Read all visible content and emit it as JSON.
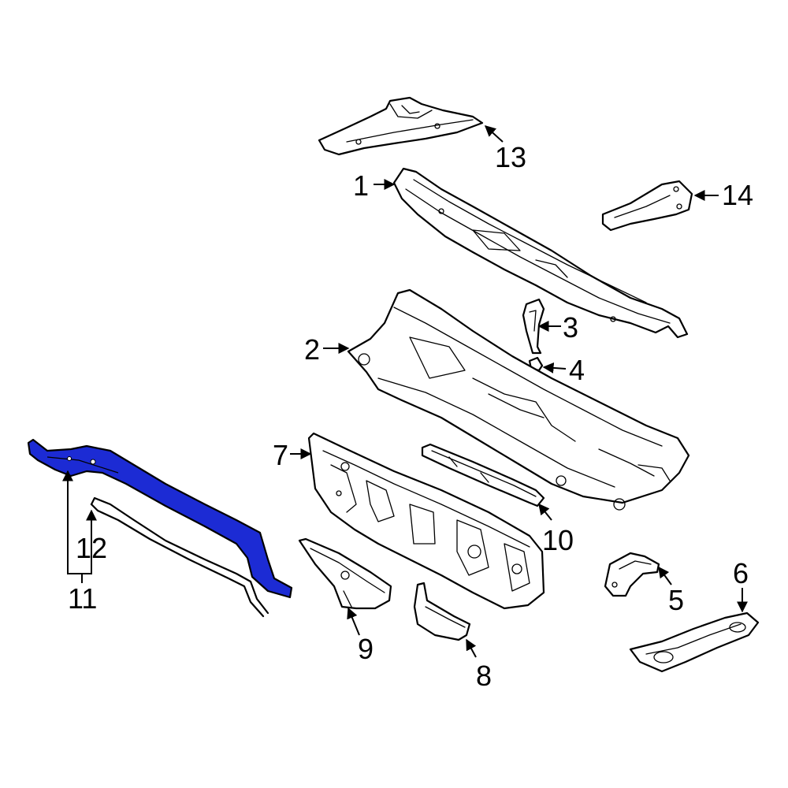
{
  "diagram": {
    "highlight_color": "#1c2bd4",
    "line_color": "#000000",
    "background_color": "#ffffff",
    "callouts": [
      {
        "id": "1",
        "label": "1"
      },
      {
        "id": "2",
        "label": "2"
      },
      {
        "id": "3",
        "label": "3"
      },
      {
        "id": "4",
        "label": "4"
      },
      {
        "id": "5",
        "label": "5"
      },
      {
        "id": "6",
        "label": "6"
      },
      {
        "id": "7",
        "label": "7"
      },
      {
        "id": "8",
        "label": "8"
      },
      {
        "id": "9",
        "label": "9"
      },
      {
        "id": "10",
        "label": "10"
      },
      {
        "id": "11",
        "label": "11"
      },
      {
        "id": "12",
        "label": "12"
      },
      {
        "id": "13",
        "label": "13"
      },
      {
        "id": "14",
        "label": "14"
      }
    ]
  }
}
